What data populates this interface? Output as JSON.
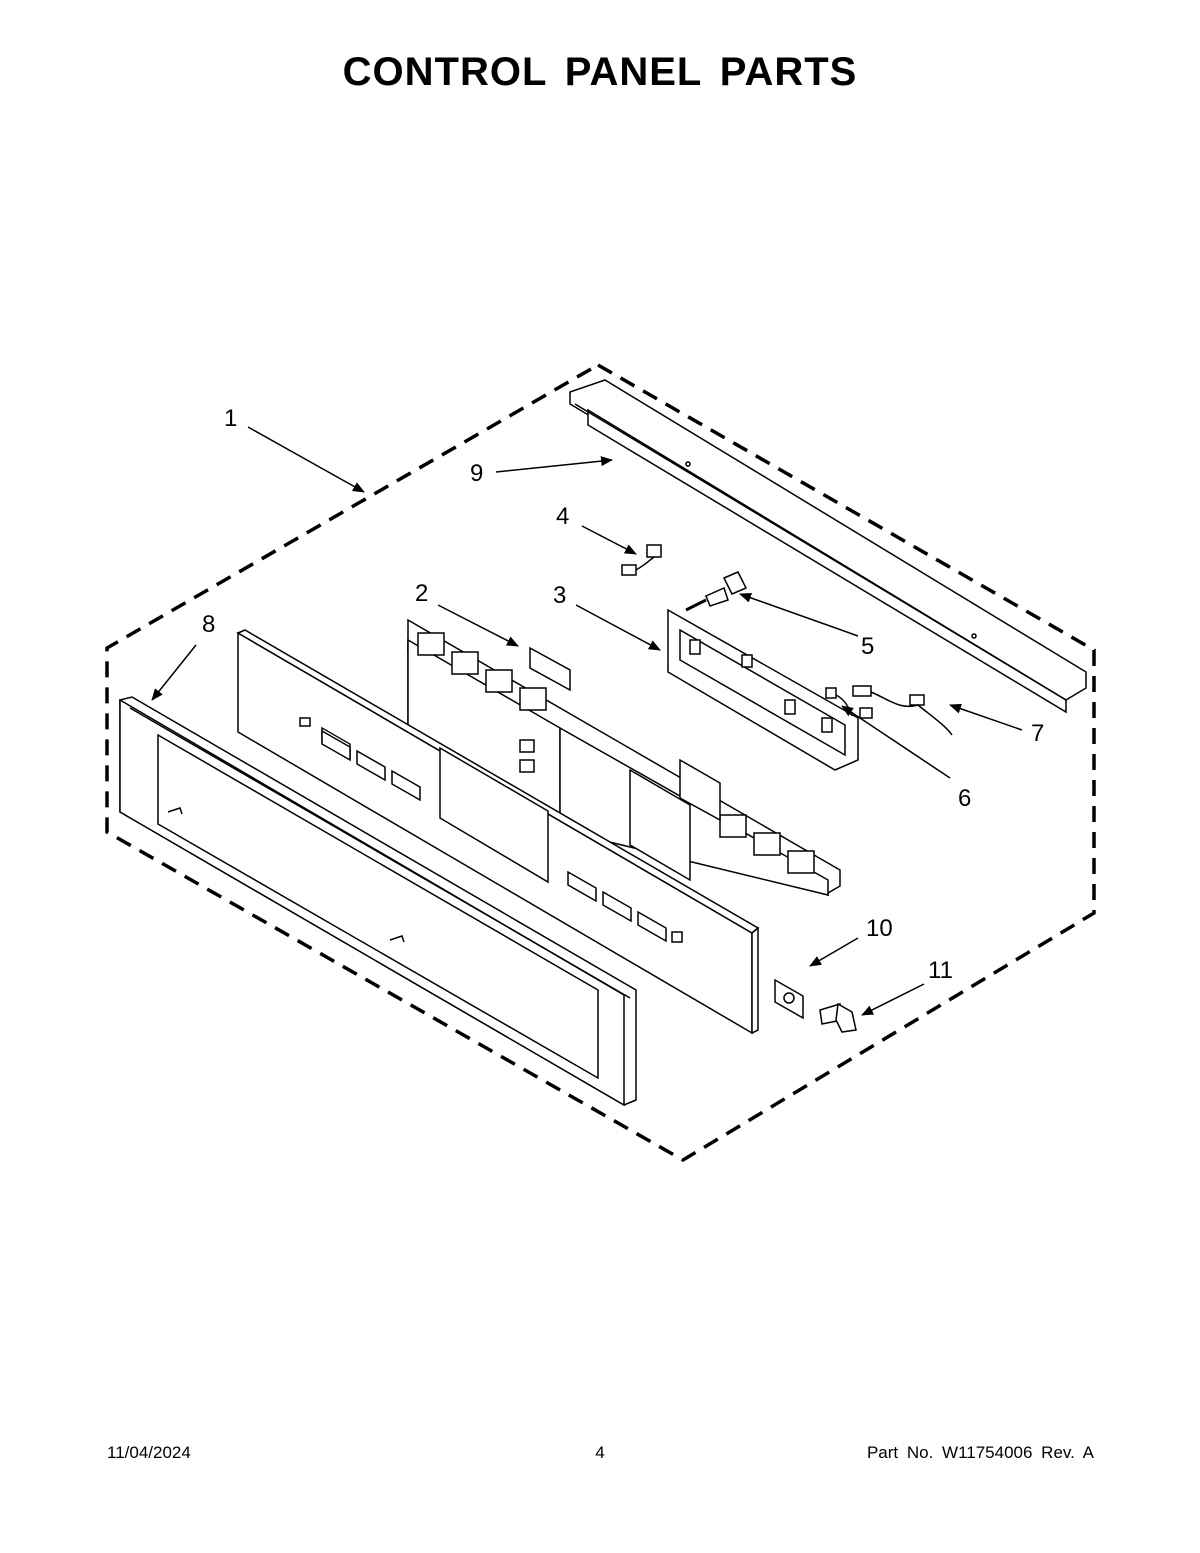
{
  "header": {
    "title": "CONTROL PANEL PARTS"
  },
  "diagram": {
    "callouts": [
      {
        "id": "1",
        "label": "1"
      },
      {
        "id": "2",
        "label": "2"
      },
      {
        "id": "3",
        "label": "3"
      },
      {
        "id": "4",
        "label": "4"
      },
      {
        "id": "5",
        "label": "5"
      },
      {
        "id": "6",
        "label": "6"
      },
      {
        "id": "7",
        "label": "7"
      },
      {
        "id": "8",
        "label": "8"
      },
      {
        "id": "9",
        "label": "9"
      },
      {
        "id": "10",
        "label": "10"
      },
      {
        "id": "11",
        "label": "11"
      }
    ]
  },
  "footer": {
    "date": "11/04/2024",
    "page_number": "4",
    "part_number": "Part No.  W11754006  Rev.  A"
  }
}
